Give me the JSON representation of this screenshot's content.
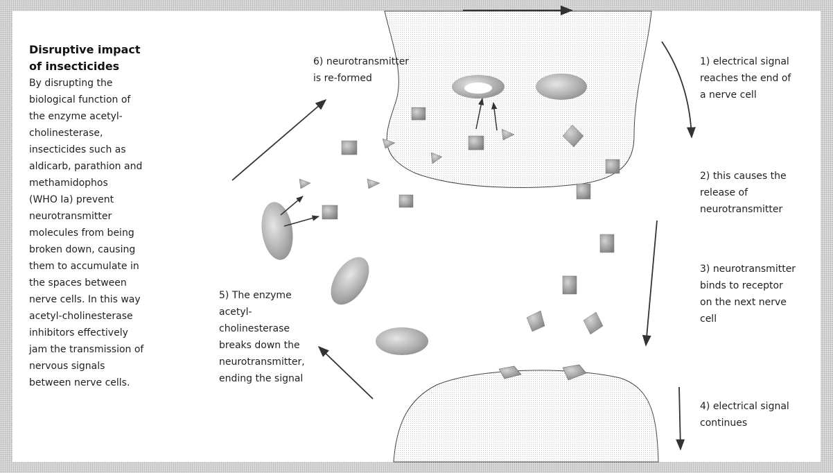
{
  "sidebar": {
    "heading": "Disruptive impact\nof insecticides",
    "body": "By disrupting the\nbiological function of\nthe enzyme acetyl-\ncholinesterase,\ninsecticides such as\naldicarb, parathion and\nmethamidophos\n(WHO Ia) prevent\nneurotransmitter\nmolecules from being\nbroken down, causing\nthem to accumulate in\nthe spaces between\nnerve cells. In this way\nacetyl-cholinesterase\ninhibitors effectively\njam the transmission of\nnervous signals\nbetween nerve cells."
  },
  "steps": {
    "step1": "1) electrical signal\nreaches the end of\na nerve cell",
    "step2": "2) this causes the\nrelease of\nneurotransmitter",
    "step3": "3) neurotransmitter\nbinds to receptor\non the next nerve\ncell",
    "step4": "4) electrical signal\ncontinues",
    "step5": "5) The enzyme\nacetyl-\ncholinesterase\nbreaks down the\nneurotransmitter,\nending the signal",
    "step6": "6) neurotransmitter\nis re-formed"
  },
  "colors": {
    "ink": "#1f1f1f",
    "arrow": "#333333",
    "molecule": "#8c8c8c"
  }
}
